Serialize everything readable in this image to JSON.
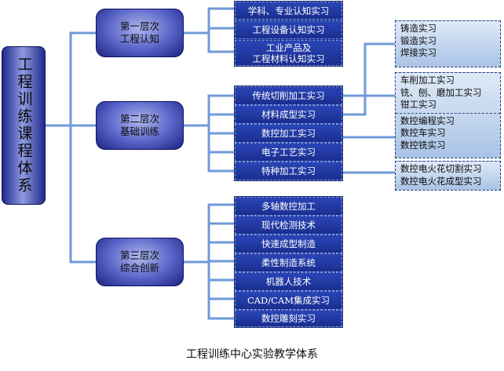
{
  "root": "工程训练课程体系",
  "levels": [
    {
      "label": "第一层次\n工程认知",
      "items": [
        "学科、专业认知实习",
        "工程设备认知实习",
        "工业产品及\n工程材料认知实习"
      ]
    },
    {
      "label": "第二层次\n基础训练",
      "items": [
        "传统切削加工实习",
        "材料成型实习",
        "数控加工实习",
        "电子工艺实习",
        "特种加工实习"
      ]
    },
    {
      "label": "第三层次\n综合创新",
      "items": [
        "多轴数控加工",
        "现代检测技术",
        "快速成型制造",
        "柔性制造系统",
        "机器人技术",
        "CAD/CAM集成实习",
        "数控雕刻实习"
      ]
    }
  ],
  "sub_boxes": [
    {
      "lines": [
        "铸造实习",
        "锻造实习",
        "焊接实习"
      ]
    },
    {
      "sections": [
        [
          "车削加工实习",
          "铣、刨、磨加工实习",
          "钳工实习"
        ],
        [
          "数控编程实习",
          "数控车实习",
          "数控铣实习"
        ]
      ]
    },
    {
      "lines": [
        "数控电火花切割实习",
        "数控电火花成型实习"
      ]
    }
  ],
  "caption": "工程训练中心实验教学体系",
  "colors": {
    "connector": "#6f9ad8",
    "box_fill": "#1b2c8c",
    "level_fill": "#5661c6",
    "sub_fill": "#c4d6ee"
  }
}
